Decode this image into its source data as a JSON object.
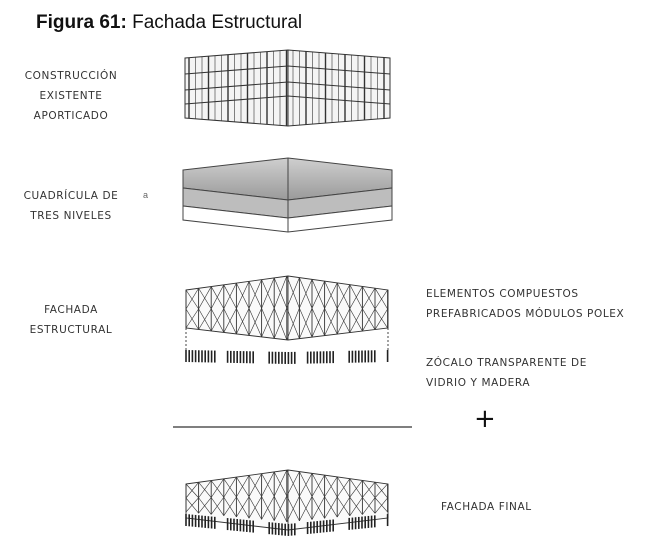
{
  "caption": {
    "prefix": "Figura 61:",
    "title": "Fachada Estructural"
  },
  "labels": {
    "construccion": [
      "CONSTRUCCIÓN",
      "EXISTENTE",
      "APORTICADO"
    ],
    "cuadricula": [
      "CUADRÍCULA DE",
      "TRES NIVELES"
    ],
    "fachada": [
      "FACHADA",
      "ESTRUCTURAL"
    ],
    "elementos": [
      "ELEMENTOS COMPUESTOS",
      "PREFABRICADOS MÓDULOS POLEX"
    ],
    "zocalo": [
      "ZÓCALO TRANSPARENTE DE",
      "VIDRIO Y MADERA"
    ],
    "final": "FACHADA FINAL",
    "plus": "+",
    "tick": "a"
  }
}
